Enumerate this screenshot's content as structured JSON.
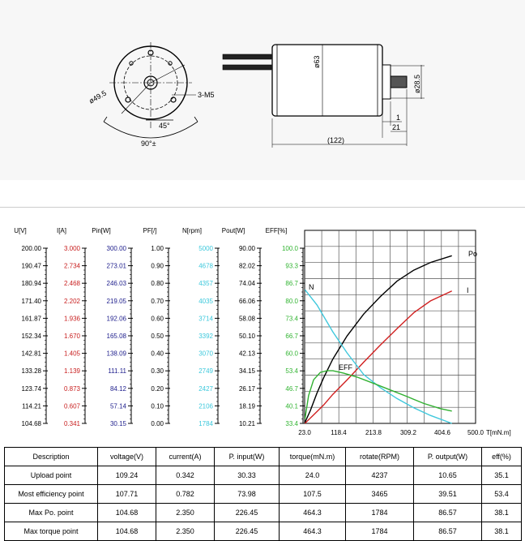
{
  "drawing": {
    "dim_flange": "ø49.5",
    "dim_screws": "3-M5",
    "dim_angle": "45°",
    "dim_arc": "90°±",
    "dim_body_dia": "ø63",
    "dim_shaft_dia": "ø28.5",
    "dim_step": "1",
    "dim_shaft_len": "21",
    "dim_length": "(122)"
  },
  "chart_data": {
    "type": "line",
    "left_axes": [
      {
        "header": "U[V]",
        "color": "#000000",
        "ticks": [
          "200.00",
          "190.47",
          "180.94",
          "171.40",
          "161.87",
          "152.34",
          "142.81",
          "133.28",
          "123.74",
          "114.21",
          "104.68"
        ]
      },
      {
        "header": "I[A]",
        "color": "#c81e1e",
        "ticks": [
          "3.000",
          "2.734",
          "2.468",
          "2.202",
          "1.936",
          "1.670",
          "1.405",
          "1.139",
          "0.873",
          "0.607",
          "0.341"
        ]
      },
      {
        "header": "Pin[W]",
        "color": "#1e1e8c",
        "ticks": [
          "300.00",
          "273.01",
          "246.03",
          "219.05",
          "192.06",
          "165.08",
          "138.09",
          "111.11",
          "84.12",
          "57.14",
          "30.15"
        ]
      },
      {
        "header": "PF[/]",
        "color": "#000000",
        "ticks": [
          "1.00",
          "0.90",
          "0.80",
          "0.70",
          "0.60",
          "0.50",
          "0.40",
          "0.30",
          "0.20",
          "0.10",
          "0.00"
        ]
      },
      {
        "header": "N[rpm]",
        "color": "#3cc8dc",
        "ticks": [
          "5000",
          "4678",
          "4357",
          "4035",
          "3714",
          "3392",
          "3070",
          "2749",
          "2427",
          "2106",
          "1784"
        ]
      },
      {
        "header": "Pout[W]",
        "color": "#000000",
        "ticks": [
          "90.00",
          "82.02",
          "74.04",
          "66.06",
          "58.08",
          "50.10",
          "42.13",
          "34.15",
          "26.17",
          "18.19",
          "10.21"
        ]
      },
      {
        "header": "EFF[%]",
        "color": "#32b432",
        "ticks": [
          "100.0",
          "93.3",
          "86.7",
          "80.0",
          "73.4",
          "66.7",
          "60.0",
          "53.4",
          "46.7",
          "40.1",
          "33.4"
        ]
      }
    ],
    "x_ticks": [
      "23.0",
      "118.4",
      "213.8",
      "309.2",
      "404.6",
      "500.0"
    ],
    "xlabel": "T[mN.m]",
    "xlim": [
      23.0,
      500.0
    ],
    "grid": true,
    "series": [
      {
        "name": "Po",
        "color": "#000000",
        "axis": "Pout[W]",
        "x": [
          24,
          40,
          60,
          80,
          107.5,
          150,
          200,
          250,
          300,
          350,
          400,
          464.3
        ],
        "y": [
          10.65,
          16,
          24,
          31,
          39.51,
          50,
          60,
          68,
          75,
          80,
          83.5,
          86.57
        ]
      },
      {
        "name": "I",
        "color": "#d02020",
        "axis": "I[A]",
        "x": [
          24,
          50,
          80,
          107.5,
          150,
          200,
          250,
          300,
          350,
          400,
          464.3
        ],
        "y": [
          0.342,
          0.47,
          0.62,
          0.782,
          1.0,
          1.27,
          1.53,
          1.78,
          2.02,
          2.2,
          2.35
        ]
      },
      {
        "name": "N",
        "color": "#40c8dc",
        "axis": "N[rpm]",
        "x": [
          24,
          60,
          107.5,
          150,
          200,
          250,
          300,
          350,
          400,
          464.3
        ],
        "y": [
          4237,
          3960,
          3465,
          3080,
          2680,
          2440,
          2240,
          2070,
          1930,
          1784
        ]
      },
      {
        "name": "EFF",
        "color": "#30b030",
        "axis": "EFF[%]",
        "x": [
          24,
          35,
          50,
          70,
          90,
          107.5,
          140,
          180,
          230,
          280,
          330,
          380,
          430,
          464.3
        ],
        "y": [
          35.1,
          44,
          50,
          52.8,
          53.4,
          53.4,
          52.5,
          51,
          48.6,
          46.1,
          43.6,
          41,
          39,
          38.1
        ]
      }
    ]
  },
  "table": {
    "headers": [
      "Description",
      "voltage(V)",
      "current(A)",
      "P. input(W)",
      "torque(mN.m)",
      "rotate(RPM)",
      "P. output(W)",
      "eff(%)"
    ],
    "rows": [
      [
        "Upload point",
        "109.24",
        "0.342",
        "30.33",
        "24.0",
        "4237",
        "10.65",
        "35.1"
      ],
      [
        "Most efficiency point",
        "107.71",
        "0.782",
        "73.98",
        "107.5",
        "3465",
        "39.51",
        "53.4"
      ],
      [
        "Max Po. point",
        "104.68",
        "2.350",
        "226.45",
        "464.3",
        "1784",
        "86.57",
        "38.1"
      ],
      [
        "Max torque point",
        "104.68",
        "2.350",
        "226.45",
        "464.3",
        "1784",
        "86.57",
        "38.1"
      ]
    ]
  }
}
